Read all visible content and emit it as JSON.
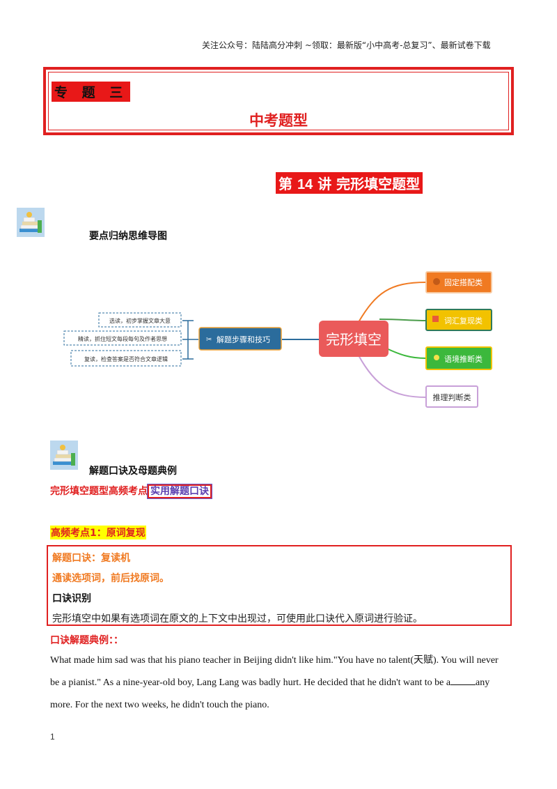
{
  "header": {
    "note": "关注公众号：陆陆高分冲刺 ~领取：最新版“小中高考-总复习”、最新试卷下载"
  },
  "topic": {
    "label": "专 题 三",
    "title": "中考题型"
  },
  "lecture": {
    "prefix": "第",
    "number": "14",
    "suffix": "讲 完形填空题型"
  },
  "sections": {
    "mindmap_heading": "要点归纳思维导图",
    "tips_heading": "解题口诀及母题典例"
  },
  "mindmap": {
    "center": "完形填空",
    "left_node": "解题步骤和技巧",
    "left_leaves": [
      "选读，初步掌握文章大意",
      "精读，抓住短文每段每句及作者思想",
      "复读，检查答案是否符合文章逻辑"
    ],
    "right_nodes": [
      {
        "label": "固定搭配类",
        "color": "#f07a22"
      },
      {
        "label": "词汇复现类",
        "color": "#f2c200"
      },
      {
        "label": "语境推断类",
        "color": "#3cb83c"
      },
      {
        "label": "推理判断类",
        "color": "#c8a0d8"
      }
    ],
    "colors": {
      "center": "#ea5a5a",
      "left_node": "#2b6c9c",
      "left_leaf_border": "#2b6c9c"
    }
  },
  "freq": {
    "prefix": "完形填空题型高频考点",
    "boxed": "实用解题口诀"
  },
  "kp1": {
    "title": "高频考点1：原词复现"
  },
  "tip": {
    "line1": "解题口诀：复读机",
    "line2": "通读选项词，前后找原词。",
    "line3": "口诀识别",
    "line4": "完形填空中如果有选项词在原文的上下文中出现过，可使用此口诀代入原词进行验证。"
  },
  "example": {
    "heading": "口诀解题典例：：",
    "p1": "What made him sad was that his piano teacher in Beijing didn't like him.\"You have  no talent(天赋). You will never",
    "p2a": "be a pianist.\" As a nine-year-old boy, Lang Lang was  badly hurt. He decided that he didn't want to be a",
    "p2b": "any",
    "p3": "more. For the next two  weeks, he didn't touch the piano."
  },
  "page": {
    "number": "1"
  }
}
